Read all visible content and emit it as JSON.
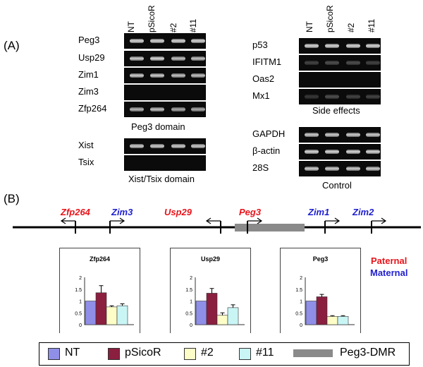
{
  "panel_a": {
    "label": "(A)",
    "lanes_left": [
      "NT",
      "pSicoR",
      "#2",
      "#11"
    ],
    "lanes_right": [
      "NT",
      "pSicoR",
      "#2",
      "#11"
    ],
    "groups": [
      {
        "caption": "Peg3 domain",
        "genes": [
          {
            "name": "Peg3",
            "bands": [
              0.9,
              0.9,
              0.9,
              0.9
            ]
          },
          {
            "name": "Usp29",
            "bands": [
              0.85,
              0.9,
              0.8,
              0.8
            ]
          },
          {
            "name": "Zim1",
            "bands": [
              0.85,
              0.85,
              0.8,
              0.8
            ]
          },
          {
            "name": "Zim3",
            "bands": [
              0,
              0,
              0,
              0
            ]
          },
          {
            "name": "Zfp264",
            "bands": [
              0.75,
              0.8,
              0.7,
              0.7
            ]
          }
        ]
      },
      {
        "caption": "Xist/Tsix domain",
        "genes": [
          {
            "name": "Xist",
            "bands": [
              0.85,
              0.85,
              0.85,
              0.85
            ]
          },
          {
            "name": "Tsix",
            "bands": [
              0,
              0,
              0,
              0
            ]
          }
        ]
      },
      {
        "caption": "Side effects",
        "genes": [
          {
            "name": "p53",
            "bands": [
              0.9,
              0.9,
              0.9,
              0.9
            ]
          },
          {
            "name": "IFITM1",
            "bands": [
              0.25,
              0.3,
              0.3,
              0.25
            ]
          },
          {
            "name": "Oas2",
            "bands": [
              0,
              0,
              0,
              0
            ]
          },
          {
            "name": "Mx1",
            "bands": [
              0.2,
              0.3,
              0.25,
              0.25
            ]
          }
        ]
      },
      {
        "caption": "Control",
        "genes": [
          {
            "name": "GAPDH",
            "bands": [
              0.85,
              0.85,
              0.85,
              0.85
            ]
          },
          {
            "name": "β-actin",
            "bands": [
              0.9,
              0.9,
              0.9,
              0.9
            ]
          },
          {
            "name": "28S",
            "bands": [
              0.85,
              0.85,
              0.85,
              0.85
            ]
          }
        ]
      }
    ]
  },
  "panel_b": {
    "label": "(B)",
    "genes": [
      {
        "name": "Zfp264",
        "parent": "paternal"
      },
      {
        "name": "Zim3",
        "parent": "maternal"
      },
      {
        "name": "Usp29",
        "parent": "paternal"
      },
      {
        "name": "Peg3",
        "parent": "paternal"
      },
      {
        "name": "Zim1",
        "parent": "maternal"
      },
      {
        "name": "Zim2",
        "parent": "maternal"
      }
    ],
    "parent_legend": {
      "paternal": "Paternal",
      "maternal": "Maternal"
    },
    "colors": {
      "paternal": "#e8141b",
      "maternal": "#1f1fd0",
      "dmr": "#8a8a8a"
    }
  },
  "legend": {
    "items": [
      {
        "label": "NT",
        "color": "#8f8fe8"
      },
      {
        "label": "pSicoR",
        "color": "#8b1f3f"
      },
      {
        "label": "#2",
        "color": "#fdfdc8"
      },
      {
        "label": "#11",
        "color": "#c9f5f5"
      },
      {
        "label": "Peg3-DMR",
        "color": "#8a8a8a"
      }
    ]
  },
  "chart_data": [
    {
      "type": "bar",
      "title": "Zfp264",
      "categories": [
        "NT",
        "pSicoR",
        "#2",
        "#11"
      ],
      "values": [
        1.0,
        1.35,
        0.75,
        0.8
      ],
      "errors": [
        0,
        0.3,
        0.05,
        0.08
      ],
      "ylim": [
        0,
        2
      ],
      "yticks": [
        "0",
        "0.5",
        "1",
        "1.5",
        "2"
      ]
    },
    {
      "type": "bar",
      "title": "Usp29",
      "categories": [
        "NT",
        "pSicoR",
        "#2",
        "#11"
      ],
      "values": [
        1.0,
        1.33,
        0.4,
        0.72
      ],
      "errors": [
        0,
        0.2,
        0.1,
        0.12
      ],
      "ylim": [
        0,
        2
      ],
      "yticks": [
        "0",
        "0.5",
        "1",
        "1.5",
        "2"
      ]
    },
    {
      "type": "bar",
      "title": "Peg3",
      "categories": [
        "NT",
        "pSicoR",
        "#2",
        "#11"
      ],
      "values": [
        1.0,
        1.18,
        0.35,
        0.35
      ],
      "errors": [
        0,
        0.1,
        0.03,
        0.03
      ],
      "ylim": [
        0,
        2
      ],
      "yticks": [
        "0",
        "0.5",
        "1",
        "1.5",
        "2"
      ]
    }
  ]
}
